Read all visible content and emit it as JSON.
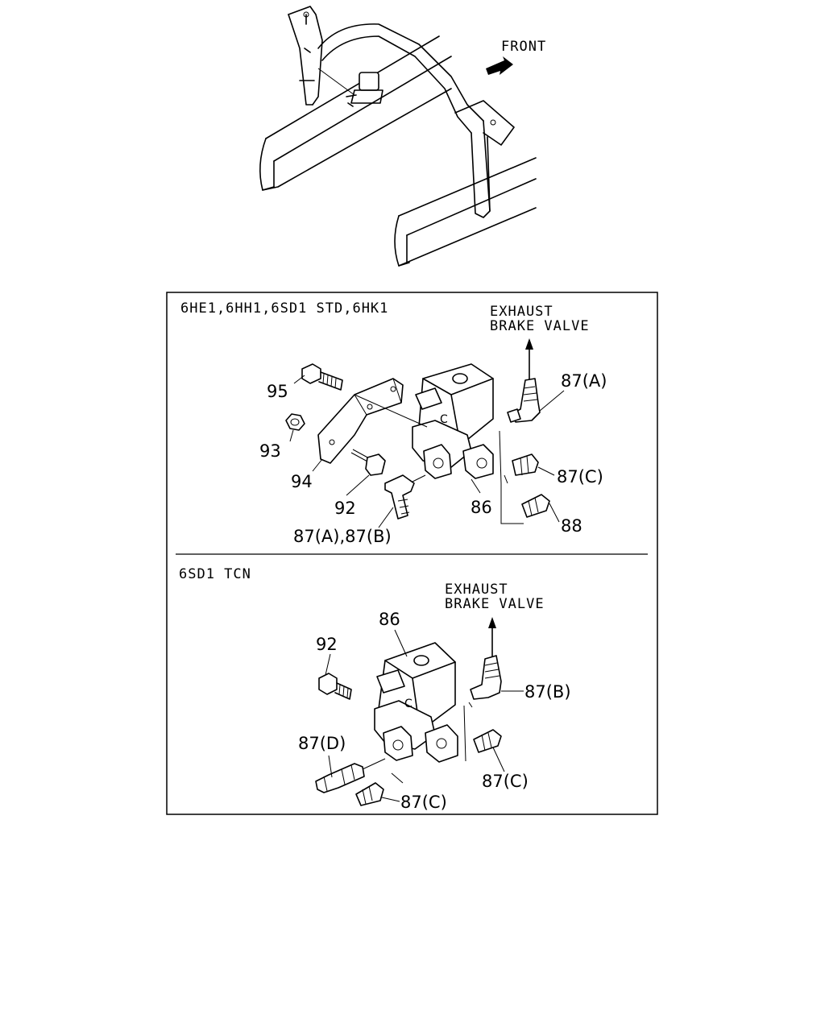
{
  "overview": {
    "front_label": "FRONT",
    "front_arrow_icon": "arrow-right-icon"
  },
  "panel_top": {
    "header": "6HE1,6HH1,6SD1 STD,6HK1",
    "dest_line1": "EXHAUST",
    "dest_line2": "BRAKE VALVE",
    "callouts": {
      "c95": "95",
      "c93": "93",
      "c94": "94",
      "c92": "92",
      "c87ab": "87(A),87(B)",
      "c86": "86",
      "c87a": "87(A)",
      "c87c": "87(C)",
      "c88": "88"
    }
  },
  "panel_bottom": {
    "header": "6SD1 TCN",
    "dest_line1": "EXHAUST",
    "dest_line2": "BRAKE VALVE",
    "callouts": {
      "c86": "86",
      "c92": "92",
      "c87b": "87(B)",
      "c87d": "87(D)",
      "c87c_right": "87(C)",
      "c87c_bottom": "87(C)"
    }
  }
}
